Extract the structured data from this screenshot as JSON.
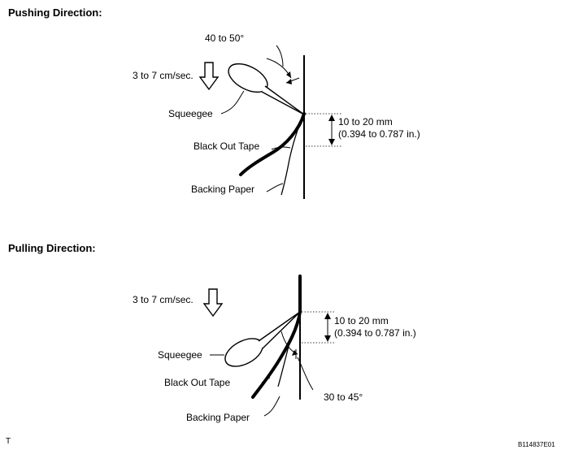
{
  "pushing": {
    "heading": "Pushing Direction:",
    "angle": "40 to 50°",
    "speed": "3 to 7 cm/sec.",
    "squeegee": "Squeegee",
    "dim_mm": "10 to 20 mm",
    "dim_in": "(0.394 to 0.787 in.)",
    "tape": "Black Out Tape",
    "paper": "Backing Paper"
  },
  "pulling": {
    "heading": "Pulling Direction:",
    "speed": "3 to 7 cm/sec.",
    "dim_mm": "10 to 20 mm",
    "dim_in": "(0.394 to 0.787 in.)",
    "squeegee": "Squeegee",
    "tape": "Black Out Tape",
    "angle": "30 to 45°",
    "paper": "Backing Paper"
  },
  "footer": {
    "left_mark": "T",
    "figure_id": "B114837E01"
  }
}
